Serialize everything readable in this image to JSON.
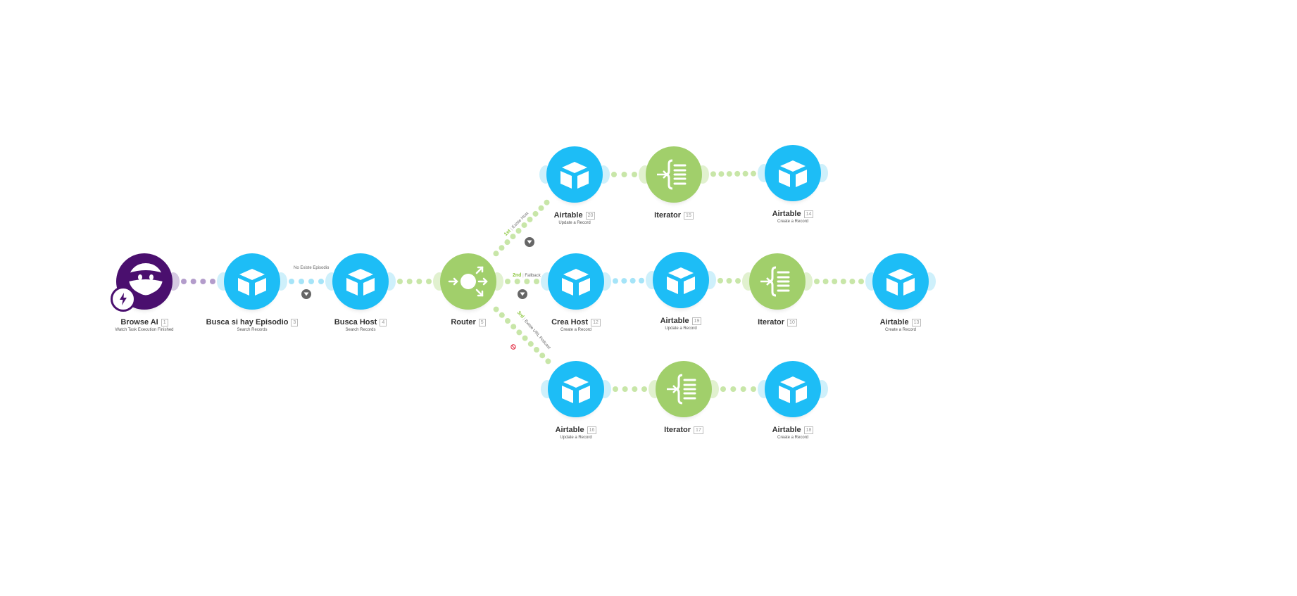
{
  "colors": {
    "airtable": "#1dbdf6",
    "airtable_dot": "#a5e4f8",
    "router": "#a1cf6b",
    "router_dot": "#c8e6a8",
    "browse_ai": "#4a0f6e",
    "browse_ai_dot": "#b39ccb",
    "filter": "#666666",
    "route_label": "#8cc63f",
    "stop": "#e0223a"
  },
  "modules": [
    {
      "id": "m1",
      "app": "Browse AI",
      "number": "1",
      "operation": "Watch Task Execution Finished",
      "type": "browse-ai",
      "icon": "robot-icon"
    },
    {
      "id": "m3",
      "app": "Busca si hay Episodio",
      "number": "3",
      "operation": "Search Records",
      "type": "airtable",
      "icon": "airtable-icon"
    },
    {
      "id": "m4",
      "app": "Busca Host",
      "number": "4",
      "operation": "Search Records",
      "type": "airtable",
      "icon": "airtable-icon"
    },
    {
      "id": "m5",
      "app": "Router",
      "number": "5",
      "operation": "",
      "type": "router",
      "icon": "router-icon"
    },
    {
      "id": "m20",
      "app": "Airtable",
      "number": "20",
      "operation": "Update a Record",
      "type": "airtable",
      "icon": "airtable-icon"
    },
    {
      "id": "m15",
      "app": "Iterator",
      "number": "15",
      "operation": "",
      "type": "iterator",
      "icon": "iterator-icon"
    },
    {
      "id": "m14",
      "app": "Airtable",
      "number": "14",
      "operation": "Create a Record",
      "type": "airtable",
      "icon": "airtable-icon"
    },
    {
      "id": "m12",
      "app": "Crea Host",
      "number": "12",
      "operation": "Create a Record",
      "type": "airtable",
      "icon": "airtable-icon"
    },
    {
      "id": "m19",
      "app": "Airtable",
      "number": "19",
      "operation": "Update a Record",
      "type": "airtable",
      "icon": "airtable-icon"
    },
    {
      "id": "m10",
      "app": "Iterator",
      "number": "10",
      "operation": "",
      "type": "iterator",
      "icon": "iterator-icon"
    },
    {
      "id": "m13",
      "app": "Airtable",
      "number": "13",
      "operation": "Create a Record",
      "type": "airtable",
      "icon": "airtable-icon"
    },
    {
      "id": "m16",
      "app": "Airtable",
      "number": "16",
      "operation": "Update a Record",
      "type": "airtable",
      "icon": "airtable-icon"
    },
    {
      "id": "m17",
      "app": "Iterator",
      "number": "17",
      "operation": "",
      "type": "iterator",
      "icon": "iterator-icon"
    },
    {
      "id": "m18",
      "app": "Airtable",
      "number": "18",
      "operation": "Create a Record",
      "type": "airtable",
      "icon": "airtable-icon"
    }
  ],
  "connections": [
    {
      "from": "m1",
      "to": "m3"
    },
    {
      "from": "m3",
      "to": "m4",
      "filter": "No Existe Episodio"
    },
    {
      "from": "m4",
      "to": "m5"
    },
    {
      "from": "m5",
      "to": "m20",
      "route": {
        "order": "1st",
        "label": "Existe Host"
      }
    },
    {
      "from": "m20",
      "to": "m15"
    },
    {
      "from": "m15",
      "to": "m14"
    },
    {
      "from": "m5",
      "to": "m12",
      "route": {
        "order": "2nd",
        "label": "Fallback"
      }
    },
    {
      "from": "m12",
      "to": "m19"
    },
    {
      "from": "m19",
      "to": "m10"
    },
    {
      "from": "m10",
      "to": "m13"
    },
    {
      "from": "m5",
      "to": "m16",
      "route": {
        "order": "3rd",
        "label": "Existe URL Podcast"
      },
      "disabled": true
    },
    {
      "from": "m16",
      "to": "m17"
    },
    {
      "from": "m17",
      "to": "m18"
    }
  ]
}
